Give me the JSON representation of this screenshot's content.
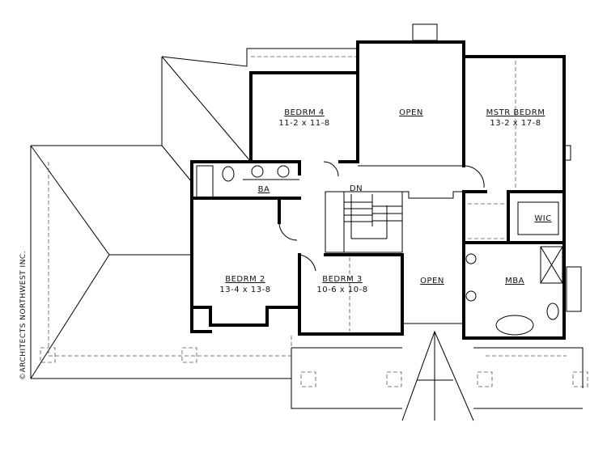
{
  "rooms": {
    "bedrm4": {
      "name": "BEDRM 4",
      "size": "11-2 x 11-8"
    },
    "open_upper": {
      "name": "OPEN"
    },
    "mstr_bedrm": {
      "name": "MSTR BEDRM",
      "size": "13-2 x 17-8"
    },
    "ba": {
      "name": "BA"
    },
    "dn": {
      "name": "DN"
    },
    "wic": {
      "name": "WIC"
    },
    "bedrm2": {
      "name": "BEDRM 2",
      "size": "13-4 x 13-8"
    },
    "bedrm3": {
      "name": "BEDRM 3",
      "size": "10-6 x 10-8"
    },
    "open_lower": {
      "name": "OPEN"
    },
    "mba": {
      "name": "MBA"
    }
  },
  "copyright": "©ARCHITECTS NORTHWEST INC."
}
